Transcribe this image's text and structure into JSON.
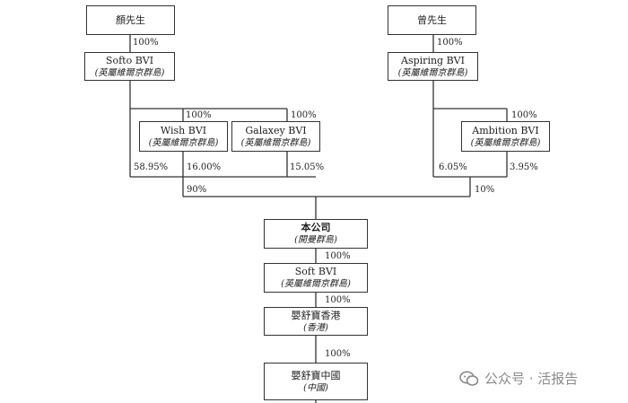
{
  "nodes": {
    "yan": {
      "name": "顏先生"
    },
    "zeng": {
      "name": "曾先生"
    },
    "softo": {
      "name": "Softo BVI",
      "jurisdiction": "(英屬維爾京群島)"
    },
    "aspiring": {
      "name": "Aspiring BVI",
      "jurisdiction": "(英屬維爾京群島)"
    },
    "wish": {
      "name": "Wish BVI",
      "jurisdiction": "(英屬維爾京群島)"
    },
    "galaxey": {
      "name": "Galaxey BVI",
      "jurisdiction": "(英屬維爾京群島)"
    },
    "ambition": {
      "name": "Ambition BVI",
      "jurisdiction": "(英屬維爾京群島)"
    },
    "company": {
      "name": "本公司",
      "jurisdiction": "(開曼群島)"
    },
    "soft": {
      "name": "Soft BVI",
      "jurisdiction": "(英屬維爾京群島)"
    },
    "hk": {
      "name": "嬰舒寶香港",
      "jurisdiction": "(香港)"
    },
    "cn": {
      "name": "嬰舒寶中國",
      "jurisdiction": "(中國)"
    }
  },
  "ownership": {
    "yan_softo": "100%",
    "zeng_aspiring": "100%",
    "softo_wish": "100%",
    "softo_galaxey": "100%",
    "aspiring_ambition": "100%",
    "softo_direct": "58.95%",
    "wish_stake": "16.00%",
    "galaxey_stake": "15.05%",
    "aspiring_direct": "6.05%",
    "ambition_stake": "3.95%",
    "left_group_total": "90%",
    "right_group_total": "10%",
    "company_soft": "100%",
    "soft_hk": "100%",
    "hk_cn": "100%"
  },
  "watermark": {
    "text": "公众号 · 活报告"
  }
}
